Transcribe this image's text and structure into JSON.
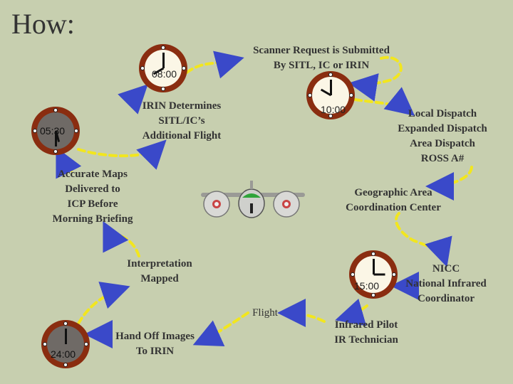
{
  "title": "How:",
  "clocks": {
    "c0530": {
      "time": "05:30"
    },
    "c0800": {
      "time": "08:00"
    },
    "c1000": {
      "time": "10:00"
    },
    "c1500": {
      "time": "15:00"
    },
    "c2400": {
      "time": "24:00"
    }
  },
  "labels": {
    "scanner_request": "Scanner Request is Submitted\nBy SITL, IC or IRIN",
    "irin_determines": "IRIN Determines\nSITL/IC’s\nAdditional Flight",
    "dispatch": "Local Dispatch\nExpanded Dispatch\nArea Dispatch\nROSS A#",
    "accurate_maps": "Accurate Maps\nDelivered to\nICP Before\nMorning Briefing",
    "gacc": "Geographic Area\nCoordination Center",
    "interpretation": "Interpretation\nMapped",
    "nicc": "NICC\nNational Infrared\nCoordinator",
    "flight": "Flight",
    "hand_off": "Hand Off Images\nTo IRIN",
    "infrared_pilot": "Infrared Pilot\nIR Technician"
  },
  "colors": {
    "background": "#c7cfaf",
    "path": "#f2e61e",
    "clock_rim": "#8a2d10"
  }
}
